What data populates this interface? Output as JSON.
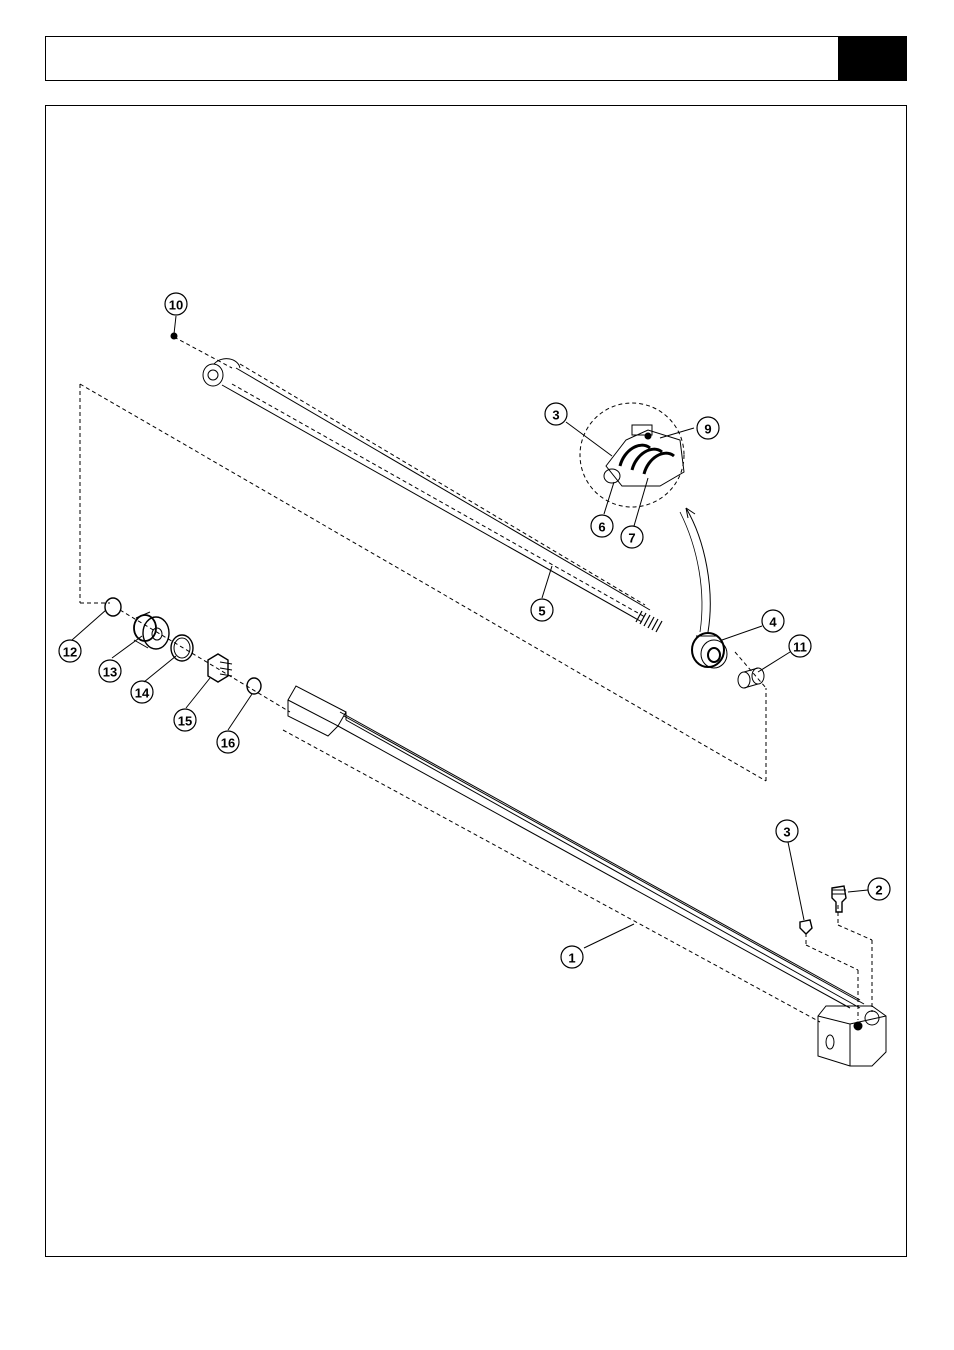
{
  "header": {
    "title": "",
    "section_tab": ""
  },
  "callouts": [
    {
      "id": "c1",
      "label": "1"
    },
    {
      "id": "c2",
      "label": "2"
    },
    {
      "id": "c3a",
      "label": "3"
    },
    {
      "id": "c3b",
      "label": "3"
    },
    {
      "id": "c4",
      "label": "4"
    },
    {
      "id": "c5",
      "label": "5"
    },
    {
      "id": "c6",
      "label": "6"
    },
    {
      "id": "c7",
      "label": "7"
    },
    {
      "id": "c9",
      "label": "9"
    },
    {
      "id": "c10",
      "label": "10"
    },
    {
      "id": "c11",
      "label": "11"
    },
    {
      "id": "c12",
      "label": "12"
    },
    {
      "id": "c13",
      "label": "13"
    },
    {
      "id": "c14",
      "label": "14"
    },
    {
      "id": "c15",
      "label": "15"
    },
    {
      "id": "c16",
      "label": "16"
    }
  ]
}
